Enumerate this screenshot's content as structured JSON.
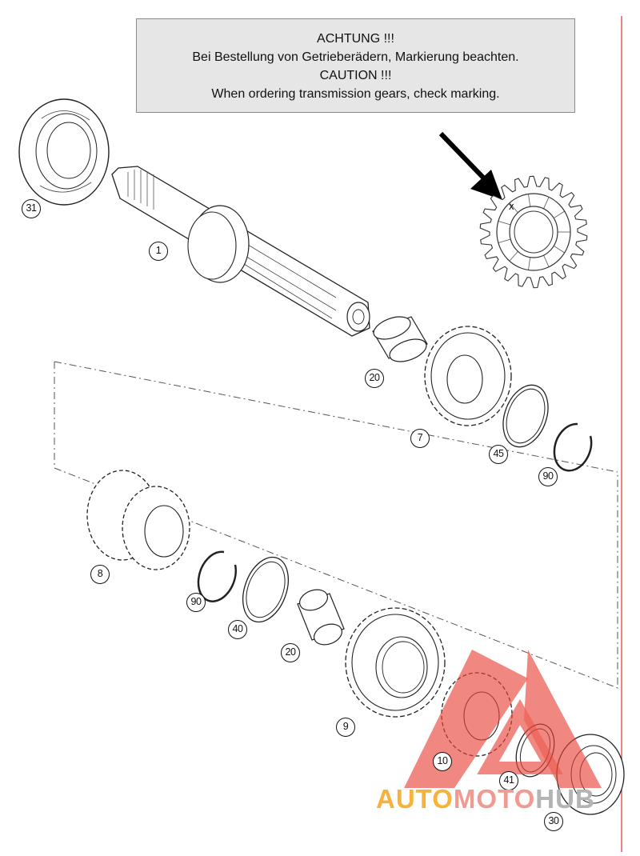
{
  "caution": {
    "line1": "ACHTUNG !!!",
    "line2": "Bei Bestellung von Getrieberädern, Markierung beachten.",
    "line3": "CAUTION !!!",
    "line4": "When ordering transmission gears, check marking."
  },
  "gear_mark": "x",
  "callouts": {
    "bearing_top": "31",
    "shaft": "1",
    "bushing_top": "20",
    "gear_7": "7",
    "washer_45": "45",
    "ring_90_top": "90",
    "gear_8": "8",
    "ring_90_mid": "90",
    "washer_40": "40",
    "bushing_mid": "20",
    "gear_9": "9",
    "gear_10": "10",
    "washer_41": "41",
    "bearing_bottom": "30"
  },
  "watermark": {
    "part1": "AUTO",
    "part2": "MOTO",
    "part3": "HUB",
    "color_gold": "#f6b23a",
    "color_red": "#e8453a",
    "color_grey": "#b4b4b4"
  }
}
